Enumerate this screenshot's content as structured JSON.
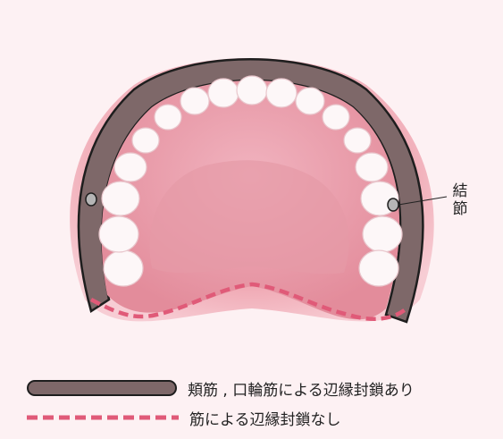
{
  "callout": {
    "label_line1": "結",
    "label_line2": "節"
  },
  "legend": {
    "seal_label": "頬筋 , 口輪筋による辺縁封鎖あり",
    "no_seal_label": "筋による辺縁封鎖なし"
  },
  "colors": {
    "background": "#fdf1f3",
    "outer_tissue": "#f0aab5",
    "inner_tissue": "#e48e9c",
    "seal_band": "#7e6869",
    "dashed_line": "#e05a78",
    "teeth": "#fdf7f8",
    "nodule": "#b5b5b5"
  }
}
